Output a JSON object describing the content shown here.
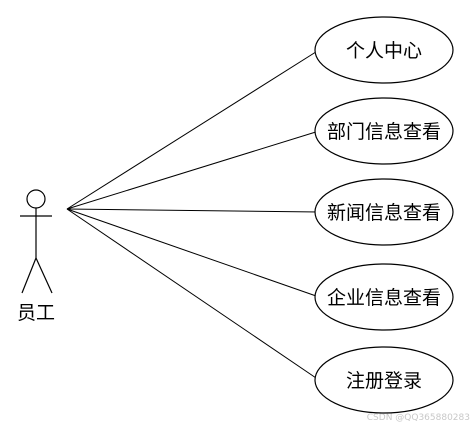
{
  "actor": {
    "label": "员工"
  },
  "use_cases": [
    {
      "label": "个人中心"
    },
    {
      "label": "部门信息查看"
    },
    {
      "label": "新闻信息查看"
    },
    {
      "label": "企业信息查看"
    },
    {
      "label": "注册登录"
    }
  ],
  "watermark": "CSDN @QQ365880283",
  "colors": {
    "stroke": "#000000",
    "background": "#ffffff",
    "watermark": "#c8c8c8"
  }
}
